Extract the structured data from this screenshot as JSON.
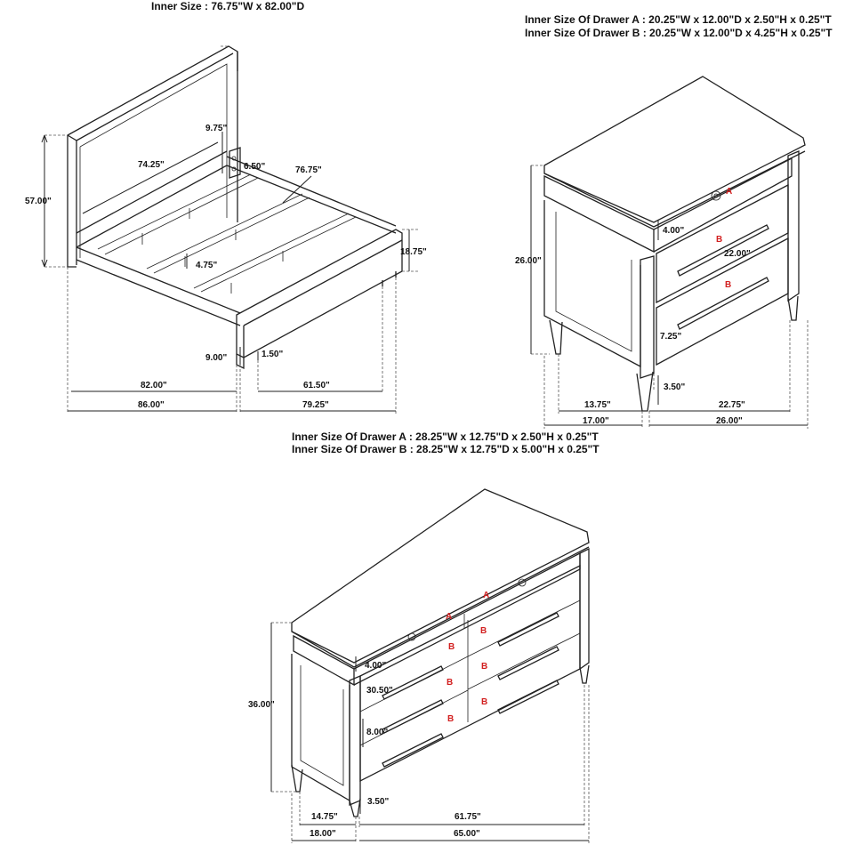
{
  "bed": {
    "header": "Inner Size : 76.75\"W x 82.00\"D",
    "dims": {
      "height": "57.00\"",
      "headboard_width": "74.25\"",
      "leg": "9.75\"",
      "bracket": "6.50\"",
      "inner_length": "76.75\"",
      "footboard_height": "18.75\"",
      "slat_gap": "4.75\"",
      "clearance": "9.00\"",
      "foot_thickness": "1.50\"",
      "length_inner": "82.00\"",
      "width_inner": "61.50\"",
      "length_total": "86.00\"",
      "width_total": "79.25\""
    }
  },
  "nightstand": {
    "header_a": "Inner Size Of Drawer A : 20.25\"W x 12.00\"D x 2.50\"H x 0.25\"T",
    "header_b": "Inner Size Of Drawer B : 20.25\"W x 12.00\"D x 4.25\"H x 0.25\"T",
    "dims": {
      "height": "26.00\"",
      "drawer_a_height": "4.00\"",
      "drawer_width": "22.00\"",
      "drawer_b_height": "7.25\"",
      "leg_height": "3.50\"",
      "inner_depth": "13.75\"",
      "inner_width": "22.75\"",
      "depth": "17.00\"",
      "width": "26.00\""
    },
    "labels": {
      "a": "A",
      "b": "B"
    }
  },
  "dresser": {
    "header_a": "Inner Size Of Drawer A : 28.25\"W x 12.75\"D x 2.50\"H x 0.25\"T",
    "header_b": "Inner Size Of Drawer B : 28.25\"W x 12.75\"D x 5.00\"H x 0.25\"T",
    "dims": {
      "height": "36.00\"",
      "drawer_a_height": "4.00\"",
      "drawer_width": "30.50\"",
      "drawer_b_height": "8.00\"",
      "leg_height": "3.50\"",
      "inner_depth": "14.75\"",
      "inner_width": "61.75\"",
      "depth": "18.00\"",
      "width": "65.00\""
    },
    "labels": {
      "a": "A",
      "b": "B"
    }
  },
  "colors": {
    "line": "#222222",
    "drawer_label": "#d21f1f",
    "background": "#ffffff"
  }
}
